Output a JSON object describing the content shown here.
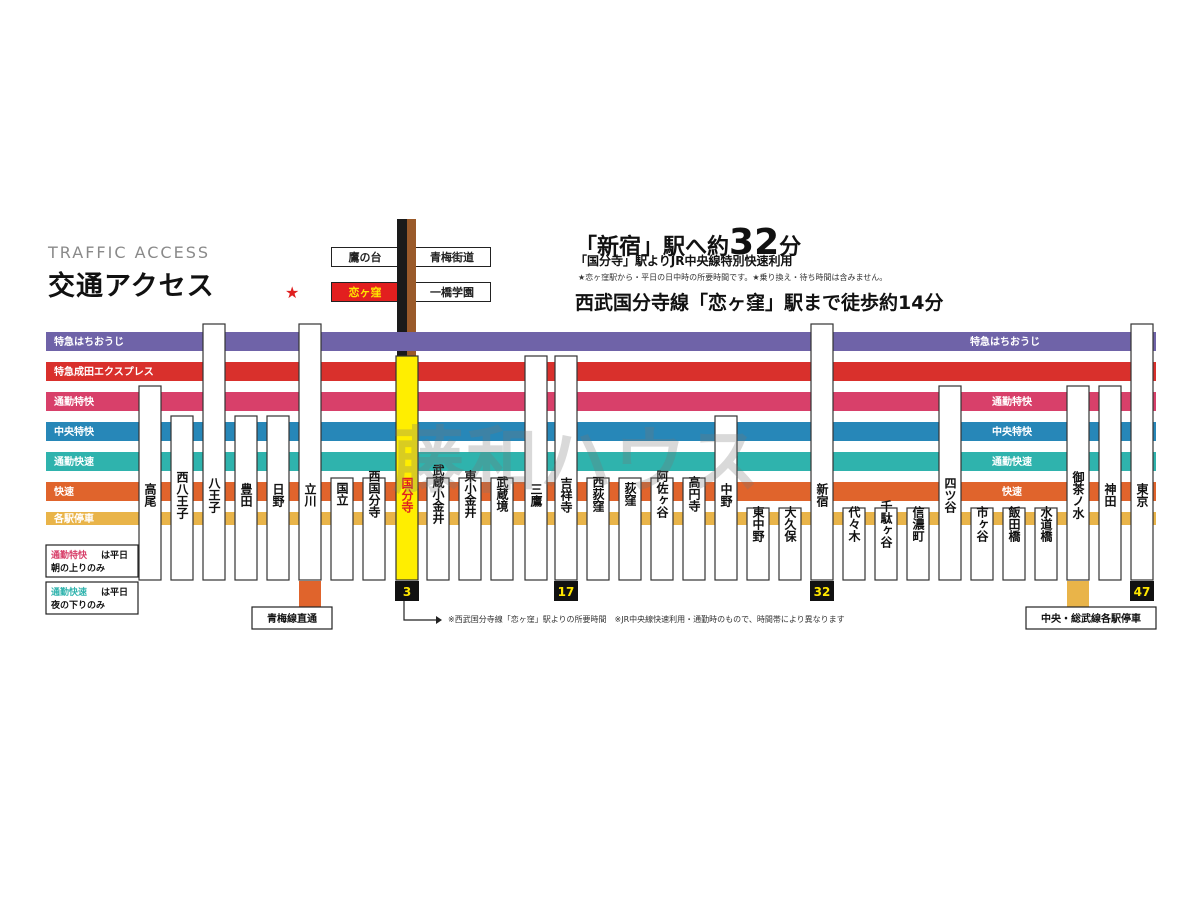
{
  "header": {
    "title_en": "TRAFFIC ACCESS",
    "title_ja": "交通アクセス"
  },
  "summary": {
    "headline_pre": "「新宿」駅へ約",
    "headline_num": "32",
    "headline_post": "分",
    "route_note": "「国分寺」駅よりJR中央線特別快速利用",
    "fine_print": "★恋ヶ窪駅から・平日の日中時の所要時間です。★乗り換え・待ち時間は含みません。",
    "walk": "西武国分寺線「恋ヶ窪」駅まで徒歩約14分"
  },
  "seibu_branch": {
    "stations_left": [
      "鷹の台",
      "恋ヶ窪"
    ],
    "stations_right": [
      "青梅街道",
      "一橋学園"
    ],
    "highlight": "恋ヶ窪"
  },
  "lines": [
    {
      "label": "特急はちおうじ",
      "color": "#6f63a8",
      "right_label": "特急はちおうじ"
    },
    {
      "label": "特急成田エクスプレス",
      "color": "#d9302c",
      "right_label": ""
    },
    {
      "label": "通勤特快",
      "color": "#d8406a",
      "right_label": "通勤特快"
    },
    {
      "label": "中央特快",
      "color": "#2787b8",
      "right_label": "中央特快"
    },
    {
      "label": "通勤快速",
      "color": "#2fb3ad",
      "right_label": "通勤快速"
    },
    {
      "label": "快速",
      "color": "#e0642c",
      "right_label": "快速"
    },
    {
      "label": "各駅停車",
      "color": "#e9b449",
      "right_label": ""
    }
  ],
  "stations": [
    "高尾",
    "西八王子",
    "八王子",
    "豊田",
    "日野",
    "立川",
    "国立",
    "西国分寺",
    "国分寺",
    "武蔵小金井",
    "東小金井",
    "武蔵境",
    "三鷹",
    "吉祥寺",
    "西荻窪",
    "荻窪",
    "阿佐ヶ谷",
    "高円寺",
    "中野",
    "東中野",
    "大久保",
    "新宿",
    "代々木",
    "千駄ヶ谷",
    "信濃町",
    "四ツ谷",
    "市ヶ谷",
    "飯田橋",
    "水道橋",
    "御茶ノ水",
    "神田",
    "東京"
  ],
  "times": [
    {
      "station": "国分寺",
      "minutes": "3"
    },
    {
      "station": "吉祥寺",
      "minutes": "17"
    },
    {
      "station": "新宿",
      "minutes": "32"
    },
    {
      "station": "東京",
      "minutes": "47"
    }
  ],
  "legend_notes": [
    {
      "colored": "通勤特快",
      "rest": "は平日朝の上りのみ",
      "color": "#d8406a"
    },
    {
      "colored": "通勤快速",
      "rest": "は平日夜の下りのみ",
      "color": "#2fb3ad"
    }
  ],
  "branch_labels": {
    "ome": "青梅線直通",
    "sobu": "中央・総武線各駅停車"
  },
  "footnote": "※西武国分寺線「恋ヶ窪」駅よりの所要時間　※JR中央線快速利用・通勤時のもので、時間帯により異なります",
  "watermark": "藤和ハウス",
  "colors": {
    "seibu_dark": "#1a1a1a",
    "seibu_brown": "#9a5a2a",
    "kokubunji_highlight": "#ffee00",
    "star": "#e02020"
  }
}
